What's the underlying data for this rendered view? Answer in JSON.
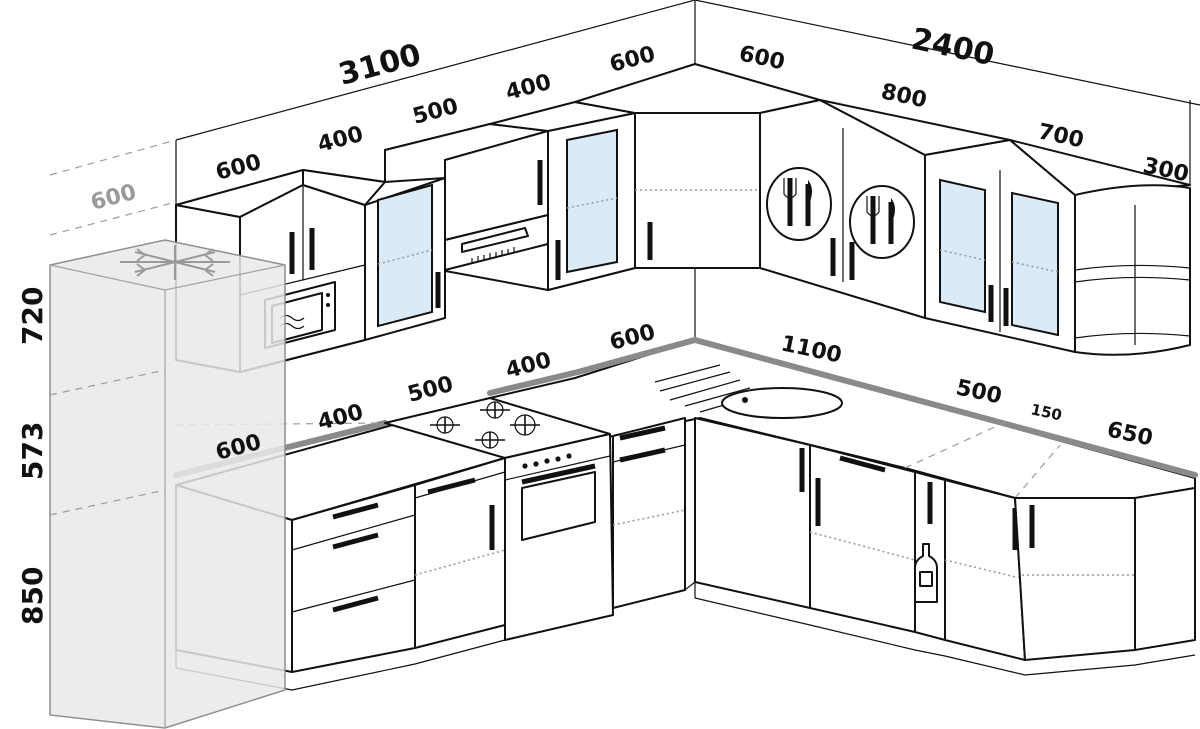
{
  "height_labels": {
    "upper": "720",
    "gap": "573",
    "base": "850"
  },
  "width_labels": {
    "left_total": "3100",
    "right_total": "2400",
    "fridge": "600",
    "upper_left_1": "600",
    "upper_left_2": "400",
    "upper_left_3": "500",
    "upper_left_4": "400",
    "upper_left_5": "600",
    "upper_right_1": "600",
    "upper_right_2": "800",
    "upper_right_3": "700",
    "upper_right_4": "300",
    "base_left_1": "600",
    "base_left_2": "400",
    "base_left_3": "500",
    "base_left_4": "400",
    "base_left_5": "600",
    "base_right_1": "1100",
    "base_right_2": "500",
    "base_right_3": "150",
    "base_right_4": "650"
  },
  "colors": {
    "line": "#111111",
    "glass": "#dbeaf7",
    "countertop_edge": "#8a8a8a",
    "fridge": "#e9e9e9",
    "faint_label": "#9a9a9a"
  },
  "icons": [
    "snowflake-icon",
    "microwave-icon",
    "range-hood-icon",
    "cutlery-plate-icon",
    "hob-icon",
    "oven-icon",
    "sink-icon",
    "bottle-icon"
  ]
}
